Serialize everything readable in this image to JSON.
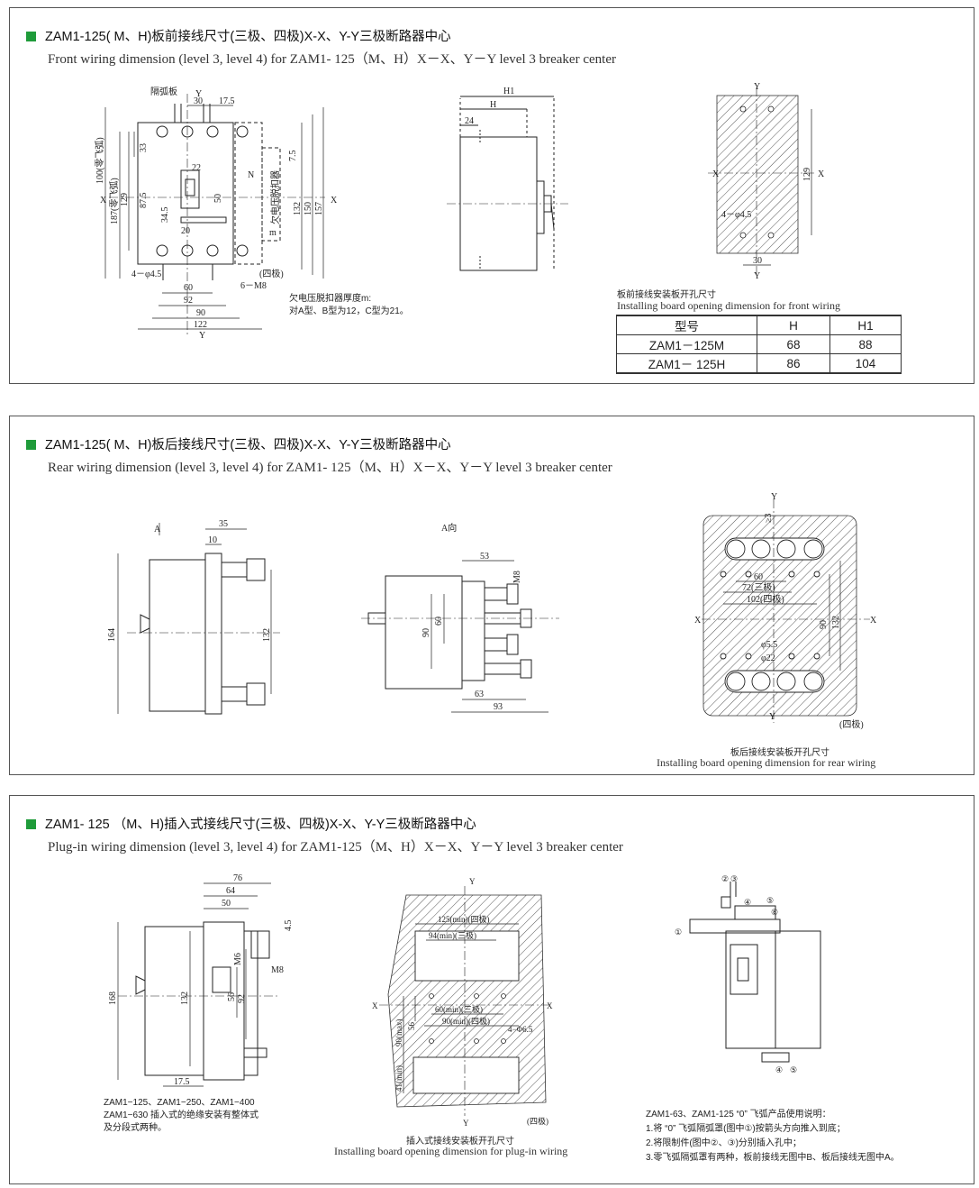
{
  "sections": [
    {
      "title": "ZAM1-125( M、H)板前接线尺寸(三极、四极)X-X、Y-Y三极断路器中心",
      "subtitle": "Front wiring dimension (level 3, level 4) for ZAM1- 125（M、H）X－X、Y－Y level 3 breaker center",
      "note_lines": [
        "欠电压脱扣器厚度m:",
        "对A型、B型为12，C型为21。"
      ],
      "caption_cn": "板前接线安装板开孔尺寸",
      "caption_en": "Installing board opening dimension for front wiring",
      "table": {
        "headers": [
          "型号",
          "H",
          "H1"
        ],
        "rows": [
          [
            "ZAM1－125M",
            "68",
            "88"
          ],
          [
            "ZAM1－ 125H",
            "86",
            "104"
          ]
        ]
      },
      "labels": {
        "arc_plate": "隔弧板",
        "y": "Y",
        "x": "X",
        "n": "N",
        "m": "m",
        "h": "H",
        "h1": "H1",
        "d30": "30",
        "d17_5": "17.5",
        "d33": "33",
        "d22": "22",
        "d50": "50",
        "d87_5": "87.5",
        "d129": "129",
        "d34_5": "34.5",
        "d20": "20",
        "d7_5": "7.5",
        "d132": "132",
        "d150": "150",
        "d157": "157",
        "d100": "100(零飞弧)",
        "d187": "187(零飞弧)",
        "d60": "60",
        "d92": "92",
        "d90": "90",
        "d122": "122",
        "holes4": "4－φ4.5",
        "m8": "6－M8",
        "four_pole": "(四极)",
        "uv_release": "欠电压脱扣器",
        "d24": "24"
      }
    },
    {
      "title": "ZAM1-125( M、H)板后接线尺寸(三极、四极)X-X、Y-Y三极断路器中心",
      "subtitle": "Rear wiring dimension (level 3, level 4) for ZAM1- 125（M、H）X－X、Y－Y level 3 breaker center",
      "caption_cn": "板后接线安装板开孔尺寸",
      "caption_en": "Installing board opening dimension for rear wiring",
      "labels": {
        "a": "A",
        "a_dir": "A向",
        "d35": "35",
        "d10": "10",
        "d164": "164",
        "d132": "132",
        "d53": "53",
        "m8": "M8",
        "d90": "90",
        "d60": "60",
        "d63": "63",
        "d93": "93",
        "ge3": "≥3",
        "d72": "72(三极)",
        "d102": "102(四极)",
        "phi55": "φ5.5",
        "phi22": "φ22",
        "four_pole": "(四极)",
        "x": "X",
        "y": "Y"
      }
    },
    {
      "title": "ZAM1- 125 （M、H)插入式接线尺寸(三极、四极)X-X、Y-Y三极断路器中心",
      "subtitle": "Plug-in wiring dimension (level 3, level 4) for ZAM1-125（M、H）X－X、Y－Y level 3 breaker center",
      "note_left": [
        "ZAM1−125、ZAM1−250、ZAM1−400",
        "ZAM1−630 插入式的绝缘安装有整体式",
        "及分段式两种。"
      ],
      "caption_cn": "插入式接线安装板开孔尺寸",
      "caption_en": "Installing board opening dimension for plug-in wiring",
      "note_right": [
        "ZAM1-63、ZAM1-125 “0” 飞弧产品使用说明：",
        "1.将 “0” 飞弧隔弧罩(图中①)按箭头方向推入到底；",
        "2.将限制件(图中②、③)分别插入孔中；",
        "3.零飞弧隔弧罩有两种，板前接线无图中B、板后接线无图中A。"
      ],
      "labels": {
        "d76": "76",
        "d64": "64",
        "d50": "50",
        "d4_5": "4.5",
        "m6": "M6",
        "m8": "M8",
        "d168": "168",
        "d132": "132",
        "d56": "56",
        "d92": "92",
        "d17_5": "17.5",
        "d125min": "125(min)(四极)",
        "d94min": "94(min)(三极)",
        "d60min": "60(min)(三极)",
        "d90min": "90(min)(四极)",
        "holes4": "4−Φ6.5",
        "d56b": "56",
        "d90max": "90(max)",
        "d41min": "41(min)",
        "four_pole": "(四极)",
        "x": "X",
        "y": "Y",
        "c1": "①",
        "c2": "②",
        "c3": "③",
        "c4": "④",
        "c5": "⑤",
        "c8": "⑧"
      }
    }
  ]
}
